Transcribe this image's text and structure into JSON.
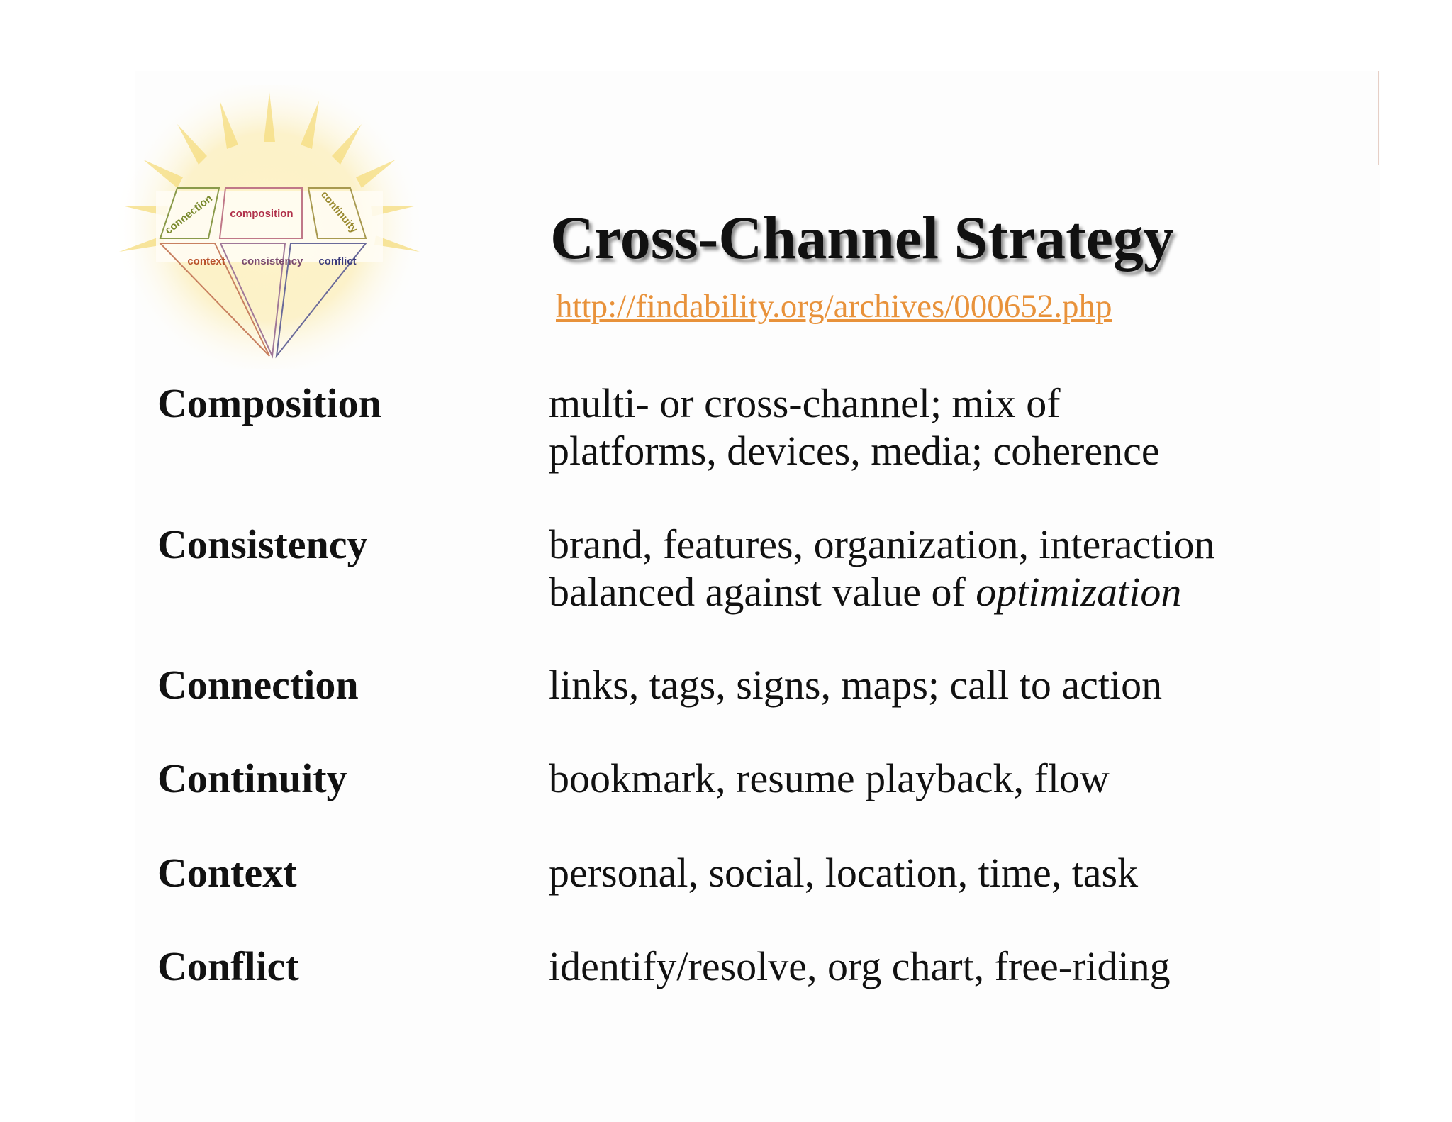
{
  "header": {
    "title": "Cross-Channel Strategy",
    "url": "http://findability.org/archives/000652.php"
  },
  "logo": {
    "labels": {
      "connection": "connection",
      "composition": "composition",
      "continuity": "continuity",
      "context": "context",
      "consistency": "consistency",
      "conflict": "conflict"
    },
    "colors": {
      "connection": "#7a8a2e",
      "composition": "#b0304a",
      "continuity": "#9a8a30",
      "context": "#b8502a",
      "consistency": "#7a4a6e",
      "conflict": "#3a3a7a"
    }
  },
  "rows": [
    {
      "term": "Composition",
      "line1": "multi- or cross-channel; mix of",
      "line2": "platforms, devices, media; coherence"
    },
    {
      "term": "Consistency",
      "line1": "brand, features, organization, interaction",
      "line2_plain": "balanced against value of ",
      "line2_em": "optimization"
    },
    {
      "term": "Connection",
      "line1": "links, tags, signs, maps; call to action"
    },
    {
      "term": "Continuity",
      "line1": "bookmark, resume playback, flow"
    },
    {
      "term": "Context",
      "line1": "personal, social, location, time, task"
    },
    {
      "term": "Conflict",
      "line1": "identify/resolve, org chart, free-riding"
    }
  ]
}
